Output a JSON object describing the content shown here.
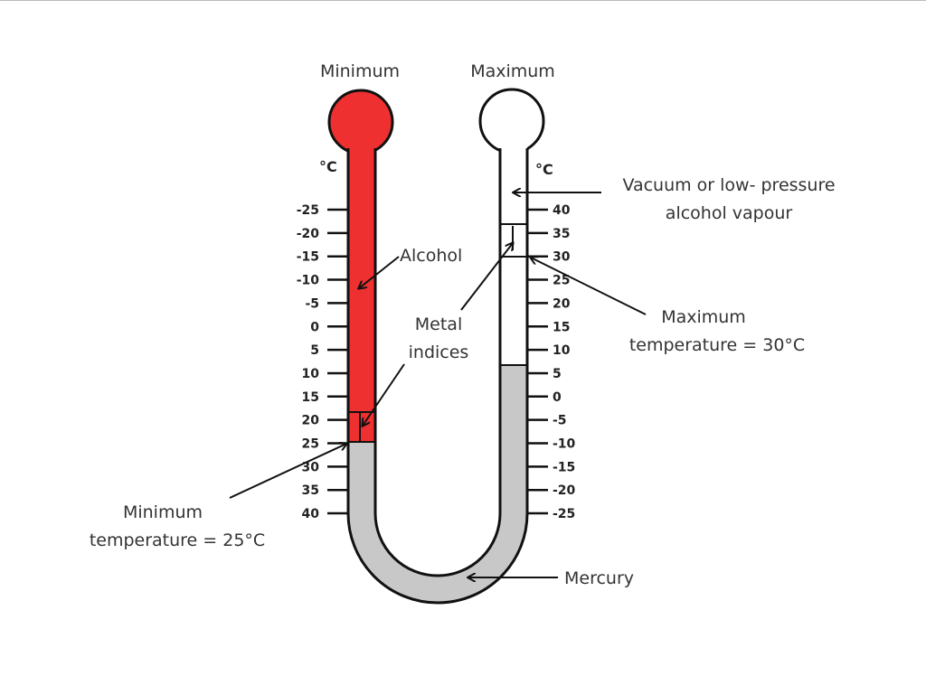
{
  "titles": {
    "left": "Minimum",
    "right": "Maximum"
  },
  "units": {
    "left": "°C",
    "right": "°C"
  },
  "left_scale": [
    "-25",
    "-20",
    "-15",
    "-10",
    "-5",
    "0",
    "5",
    "10",
    "15",
    "20",
    "25",
    "30",
    "35",
    "40"
  ],
  "right_scale": [
    "40",
    "35",
    "30",
    "25",
    "20",
    "15",
    "10",
    "5",
    "0",
    "-5",
    "-10",
    "-15",
    "-20",
    "-25"
  ],
  "labels": {
    "vacuum_line1": "Vacuum or low- pressure",
    "vacuum_line2": "alcohol vapour",
    "alcohol": "Alcohol",
    "metal_line1": "Metal",
    "metal_line2": "indices",
    "max_line1": "Maximum",
    "max_line2": "temperature = 30°C",
    "min_line1": "Minimum",
    "min_line2": "temperature = 25°C",
    "mercury": "Mercury"
  },
  "colors": {
    "alcohol": "#ee3030",
    "mercury": "#c8c8c8",
    "outline": "#111111"
  }
}
